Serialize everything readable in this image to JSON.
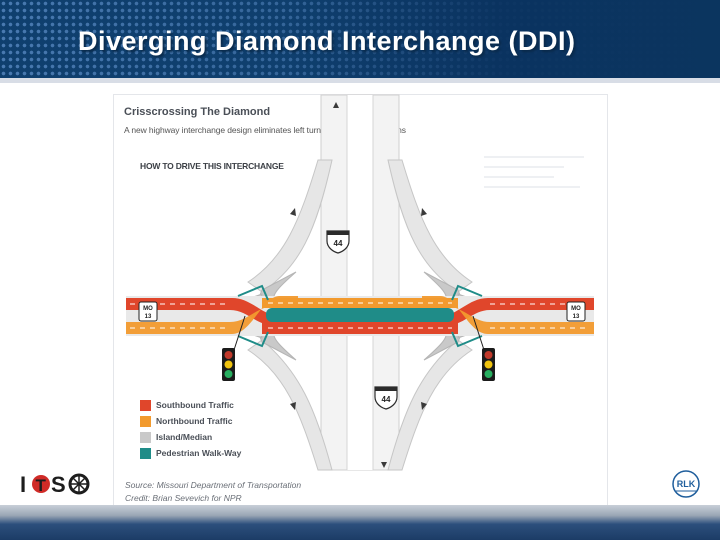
{
  "slide": {
    "title": "Diverging Diamond Interchange (DDI)"
  },
  "figure": {
    "title": "Crisscrossing The Diamond",
    "subtitle": "A new highway interchange design eliminates left turns at major intersections",
    "how_to": "HOW TO DRIVE THIS INTERCHANGE",
    "source": "Source: Missouri Department of Transportation",
    "credit": "Credit: Brian Sevevich for NPR",
    "shields": {
      "interstate_top": "44",
      "interstate_bottom": "44",
      "mo_left_top": "MO",
      "mo_left_bottom": "13",
      "mo_right_top": "MO",
      "mo_right_bottom": "13"
    },
    "legend": [
      {
        "label": "Southbound Traffic",
        "color": "#e0462b"
      },
      {
        "label": "Northbound Traffic",
        "color": "#f29a2e"
      },
      {
        "label": "Island/Median",
        "color": "#c9c9c9"
      },
      {
        "label": "Pedestrian Walk-Way",
        "color": "#1f8c88"
      }
    ],
    "signal_colors": {
      "red": "#c0392b",
      "yellow": "#f1c40f",
      "green": "#27ae60"
    }
  },
  "logos": {
    "left": {
      "letters": [
        "I",
        "T",
        "S",
        "O"
      ]
    },
    "right": {
      "letters": "RLK"
    }
  },
  "colors": {
    "header_blue": "#0f3f6e",
    "road_gray": "#e6e6e6",
    "median_gray": "#c9c9c9"
  }
}
